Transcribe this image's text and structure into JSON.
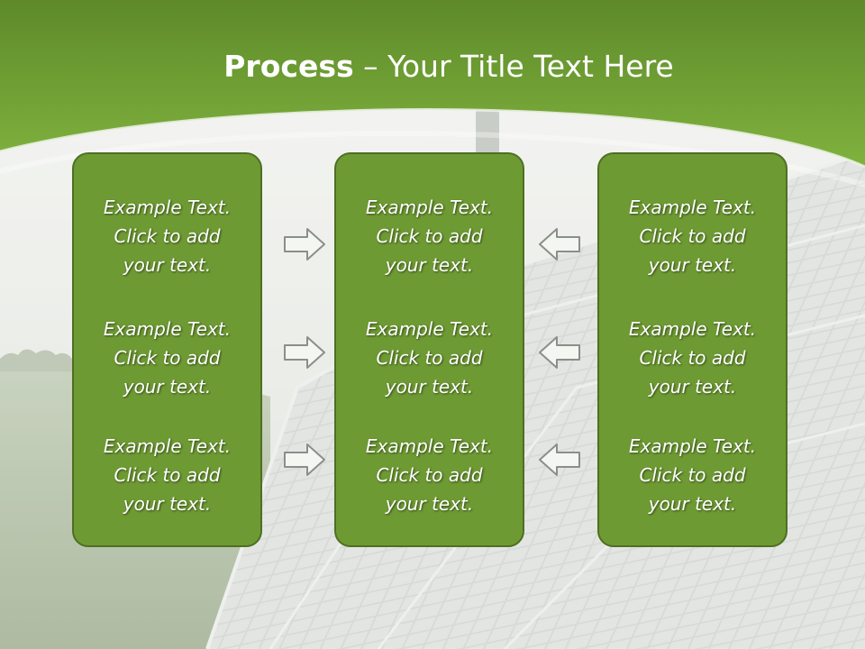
{
  "slide": {
    "title": {
      "bold": "Process",
      "rest": " – Your Title Text Here"
    },
    "columns": [
      {
        "blocks": [
          {
            "line1": "Example Text.",
            "line2": "Click  to add",
            "line3": "your text."
          },
          {
            "line1": "Example Text.",
            "line2": "Click  to add",
            "line3": "your text."
          },
          {
            "line1": "Example Text.",
            "line2": "Click  to add",
            "line3": "your text."
          }
        ]
      },
      {
        "blocks": [
          {
            "line1": "Example Text.",
            "line2": "Click  to add",
            "line3": "your text."
          },
          {
            "line1": "Example Text.",
            "line2": "Click  to add",
            "line3": "your text."
          },
          {
            "line1": "Example Text.",
            "line2": "Click  to add",
            "line3": "your text."
          }
        ]
      },
      {
        "blocks": [
          {
            "line1": "Example Text.",
            "line2": "Click  to add",
            "line3": "your text."
          },
          {
            "line1": "Example Text.",
            "line2": "Click  to add",
            "line3": "your text."
          },
          {
            "line1": "Example Text.",
            "line2": "Click  to add",
            "line3": "your text."
          }
        ]
      }
    ],
    "arrows": {
      "left_group": "arrow-right-icon",
      "right_group": "arrow-left-icon"
    },
    "colors": {
      "header_green": "#7aab3a",
      "box_green": "#6e9a33",
      "box_border": "#4f6f23",
      "text": "#ffffff"
    }
  }
}
